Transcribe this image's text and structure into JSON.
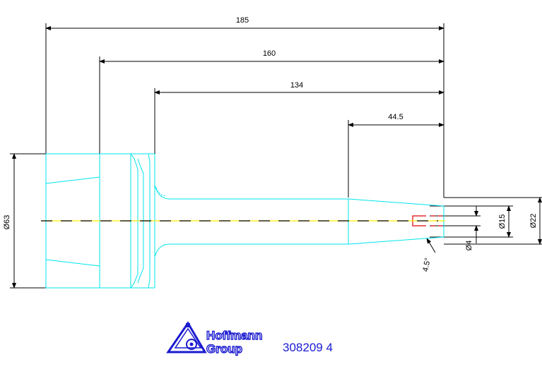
{
  "dimensions": {
    "overall_length": "185",
    "length_160": "160",
    "length_134": "134",
    "taper_length": "44.5",
    "diameter_63": "Ø63",
    "diameter_22": "Ø22",
    "diameter_15": "Ø15",
    "diameter_4": "Ø4",
    "taper_angle": "4.5°"
  },
  "logo": {
    "line1": "Hoffmann",
    "line2": "Group"
  },
  "part_number": "308209 4",
  "colors": {
    "outline": "#00e5ee",
    "centerline": "#ffee00",
    "dimension": "#000000",
    "hidden": "#e00000",
    "logo": "#1a1ad0"
  }
}
